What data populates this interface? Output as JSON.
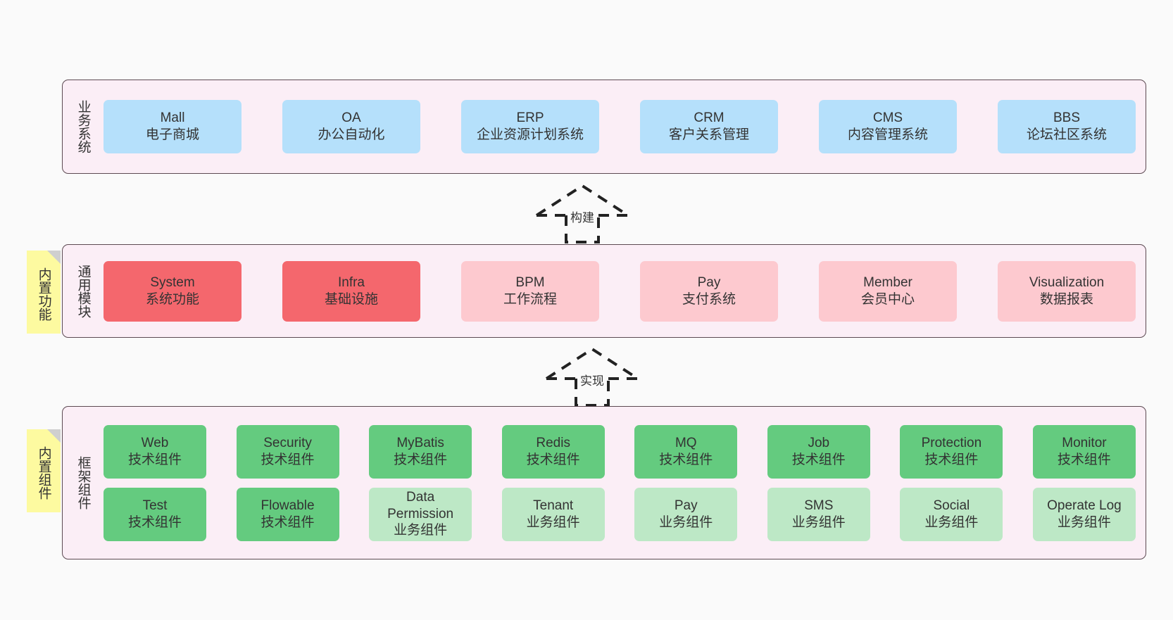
{
  "diagram": {
    "background_color": "#fafafa",
    "layer_fill": "#fbeef6",
    "layer_border": "#5c4a52"
  },
  "layers": [
    {
      "id": "business",
      "title": "业务系统",
      "card_color": "#b5e0fb",
      "cards": [
        {
          "en": "Mall",
          "cn": "电子商城"
        },
        {
          "en": "OA",
          "cn": "办公自动化"
        },
        {
          "en": "ERP",
          "cn": "企业资源计划系统"
        },
        {
          "en": "CRM",
          "cn": "客户关系管理"
        },
        {
          "en": "CMS",
          "cn": "内容管理系统"
        },
        {
          "en": "BBS",
          "cn": "论坛社区系统"
        }
      ]
    },
    {
      "id": "common-module",
      "title": "通用模块",
      "sticky": "内置功能",
      "card_color_strong": "#f4676d",
      "card_color_soft": "#fdc9cf",
      "cards": [
        {
          "en": "System",
          "cn": "系统功能",
          "style": "strong"
        },
        {
          "en": "Infra",
          "cn": "基础设施",
          "style": "strong"
        },
        {
          "en": "BPM",
          "cn": "工作流程",
          "style": "soft"
        },
        {
          "en": "Pay",
          "cn": "支付系统",
          "style": "soft"
        },
        {
          "en": "Member",
          "cn": "会员中心",
          "style": "soft"
        },
        {
          "en": "Visualization",
          "cn": "数据报表",
          "style": "soft"
        }
      ]
    },
    {
      "id": "framework",
      "title": "框架组件",
      "sticky": "内置组件",
      "card_color_tech": "#64cb7f",
      "card_color_biz": "#bde8c6",
      "rows": [
        [
          {
            "en": "Web",
            "cn": "技术组件",
            "style": "tech"
          },
          {
            "en": "Security",
            "cn": "技术组件",
            "style": "tech"
          },
          {
            "en": "MyBatis",
            "cn": "技术组件",
            "style": "tech"
          },
          {
            "en": "Redis",
            "cn": "技术组件",
            "style": "tech"
          },
          {
            "en": "MQ",
            "cn": "技术组件",
            "style": "tech"
          },
          {
            "en": "Job",
            "cn": "技术组件",
            "style": "tech"
          },
          {
            "en": "Protection",
            "cn": "技术组件",
            "style": "tech"
          },
          {
            "en": "Monitor",
            "cn": "技术组件",
            "style": "tech"
          }
        ],
        [
          {
            "en": "Test",
            "cn": "技术组件",
            "style": "tech"
          },
          {
            "en": "Flowable",
            "cn": "技术组件",
            "style": "tech"
          },
          {
            "en": "Data Permission",
            "cn": "业务组件",
            "style": "biz",
            "wrap": true
          },
          {
            "en": "Tenant",
            "cn": "业务组件",
            "style": "biz"
          },
          {
            "en": "Pay",
            "cn": "业务组件",
            "style": "biz"
          },
          {
            "en": "SMS",
            "cn": "业务组件",
            "style": "biz"
          },
          {
            "en": "Social",
            "cn": "业务组件",
            "style": "biz"
          },
          {
            "en": "Operate Log",
            "cn": "业务组件",
            "style": "biz"
          }
        ]
      ]
    }
  ],
  "connectors": [
    {
      "id": "build",
      "label": "构建"
    },
    {
      "id": "implement",
      "label": "实现"
    }
  ]
}
